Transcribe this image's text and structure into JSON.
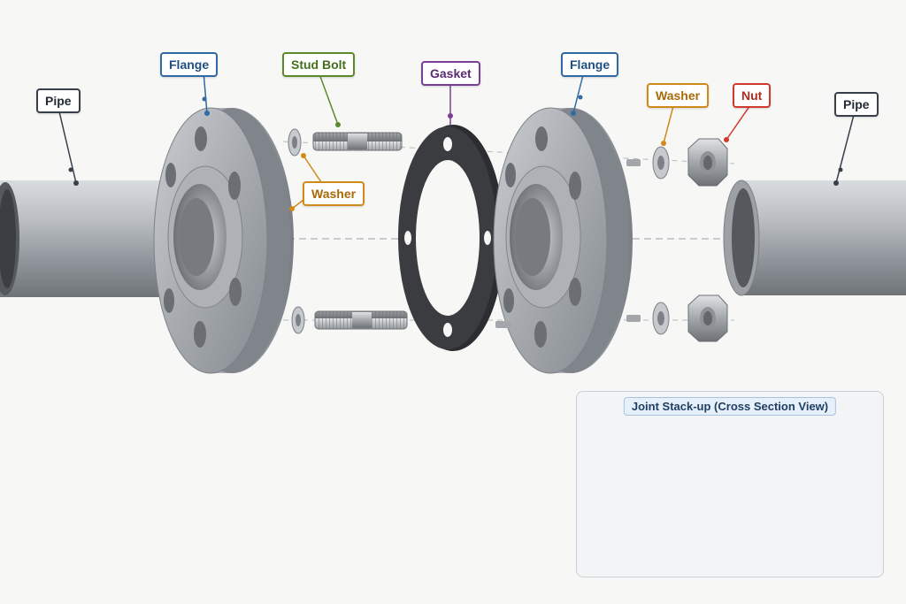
{
  "labels": {
    "pipe_left": "Pipe",
    "flange_left": "Flange",
    "stud_bolt": "Stud Bolt",
    "washer_left": "Washer",
    "gasket": "Gasket",
    "flange_right": "Flange",
    "washer_right": "Washer",
    "nut": "Nut",
    "pipe_right": "Pipe"
  },
  "inset": {
    "title": "Joint Stack-up (Cross Section View)"
  },
  "colors": {
    "flange_label": "#2f6aa3",
    "stud_bolt_label": "#5b8a2a",
    "gasket_label": "#7a3f94",
    "washer_label": "#d08a18",
    "nut_label": "#d0392b",
    "pipe_label": "#37404a",
    "steel": "#a9adb3",
    "gasket_fill": "#2b2d30"
  }
}
